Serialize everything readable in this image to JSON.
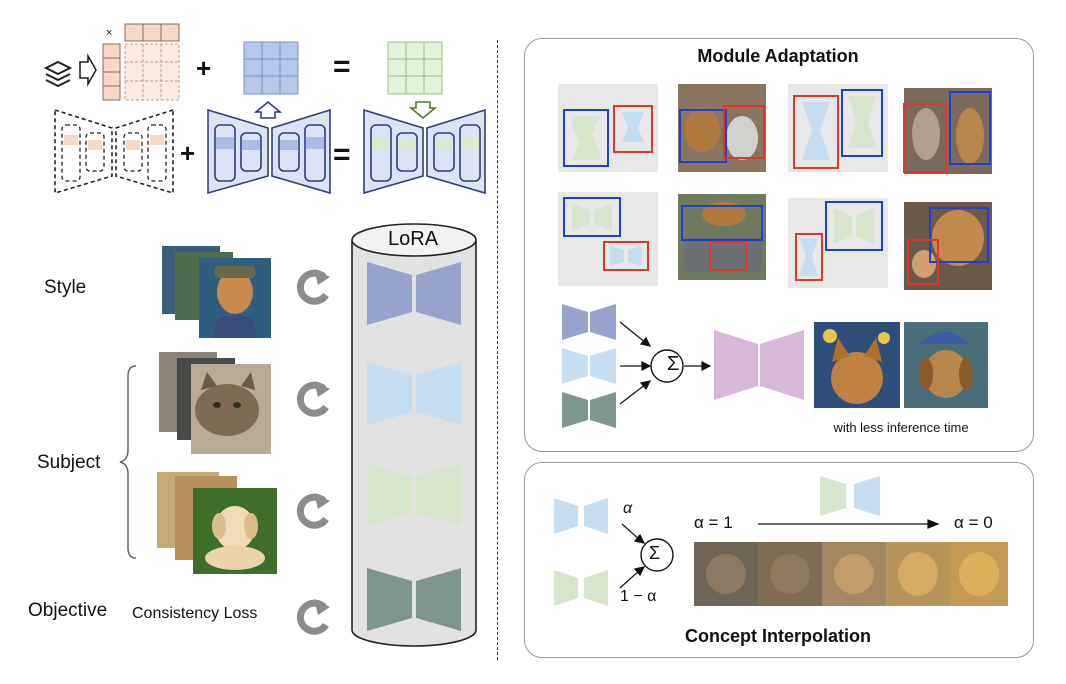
{
  "left": {
    "operators": {
      "times": "×",
      "plus": "+",
      "equals": "="
    },
    "lora_label": "LoRA",
    "row_labels": {
      "style": "Style",
      "subject": "Subject",
      "objective": "Objective"
    },
    "objective_text": "Consistency Loss"
  },
  "module_adaptation": {
    "title": "Module Adaptation",
    "sum_symbol": "Σ",
    "caption": "with less inference time"
  },
  "concept_interpolation": {
    "title": "Concept Interpolation",
    "alpha": "α",
    "one_minus_alpha": "1 − α",
    "sum_symbol": "Σ",
    "alpha_start": "α = 1",
    "alpha_end": "α = 0"
  },
  "colors": {
    "style_lora": "#97a3cc",
    "subject1_lora": "#c7ddf0",
    "subject2_lora": "#d7e5cc",
    "objective_lora": "#7f968f",
    "merged_lora": "#d6b9d9",
    "red_box": "#e0352b",
    "blue_box": "#1f3fd1",
    "matrix_peach": "#f5d9c6",
    "matrix_blue": "#b5c7ea",
    "matrix_green": "#d6ebcf"
  }
}
